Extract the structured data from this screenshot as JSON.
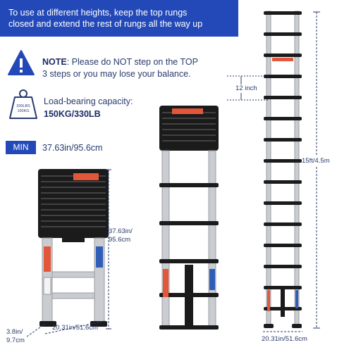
{
  "banner": {
    "line1": "To use at different heights, keep the top rungs",
    "line2": "closed and extend the rest of rungs all the way up"
  },
  "note": {
    "label": "NOTE",
    "line1": ": Please do NOT step on the TOP",
    "line2": "3 steps or you may lose your balance."
  },
  "load": {
    "label": "Load-bearing capacity:",
    "value": "150KG/330LB",
    "icon_line1": "330LBS",
    "icon_line2": "150KG"
  },
  "min": {
    "badge": "MIN",
    "value": "37.63in/95.6cm"
  },
  "dimensions": {
    "collapsed_height_1": "37.63in/",
    "collapsed_height_2": "95.6cm",
    "depth_1": "3.8in/",
    "depth_2": "9.7cm",
    "width_collapsed": "20.31in/51.6cm",
    "width_extended": "20.31in/51.6cm",
    "rung_spacing": "12 inch",
    "full_height": "15ft/4.5m"
  },
  "colors": {
    "accent": "#2349b8",
    "text": "#2a3b6e",
    "aluminum": "#c9ccd0",
    "black": "#1b1b1b",
    "label_orange": "#e2573a",
    "label_blue": "#2f5db8"
  }
}
